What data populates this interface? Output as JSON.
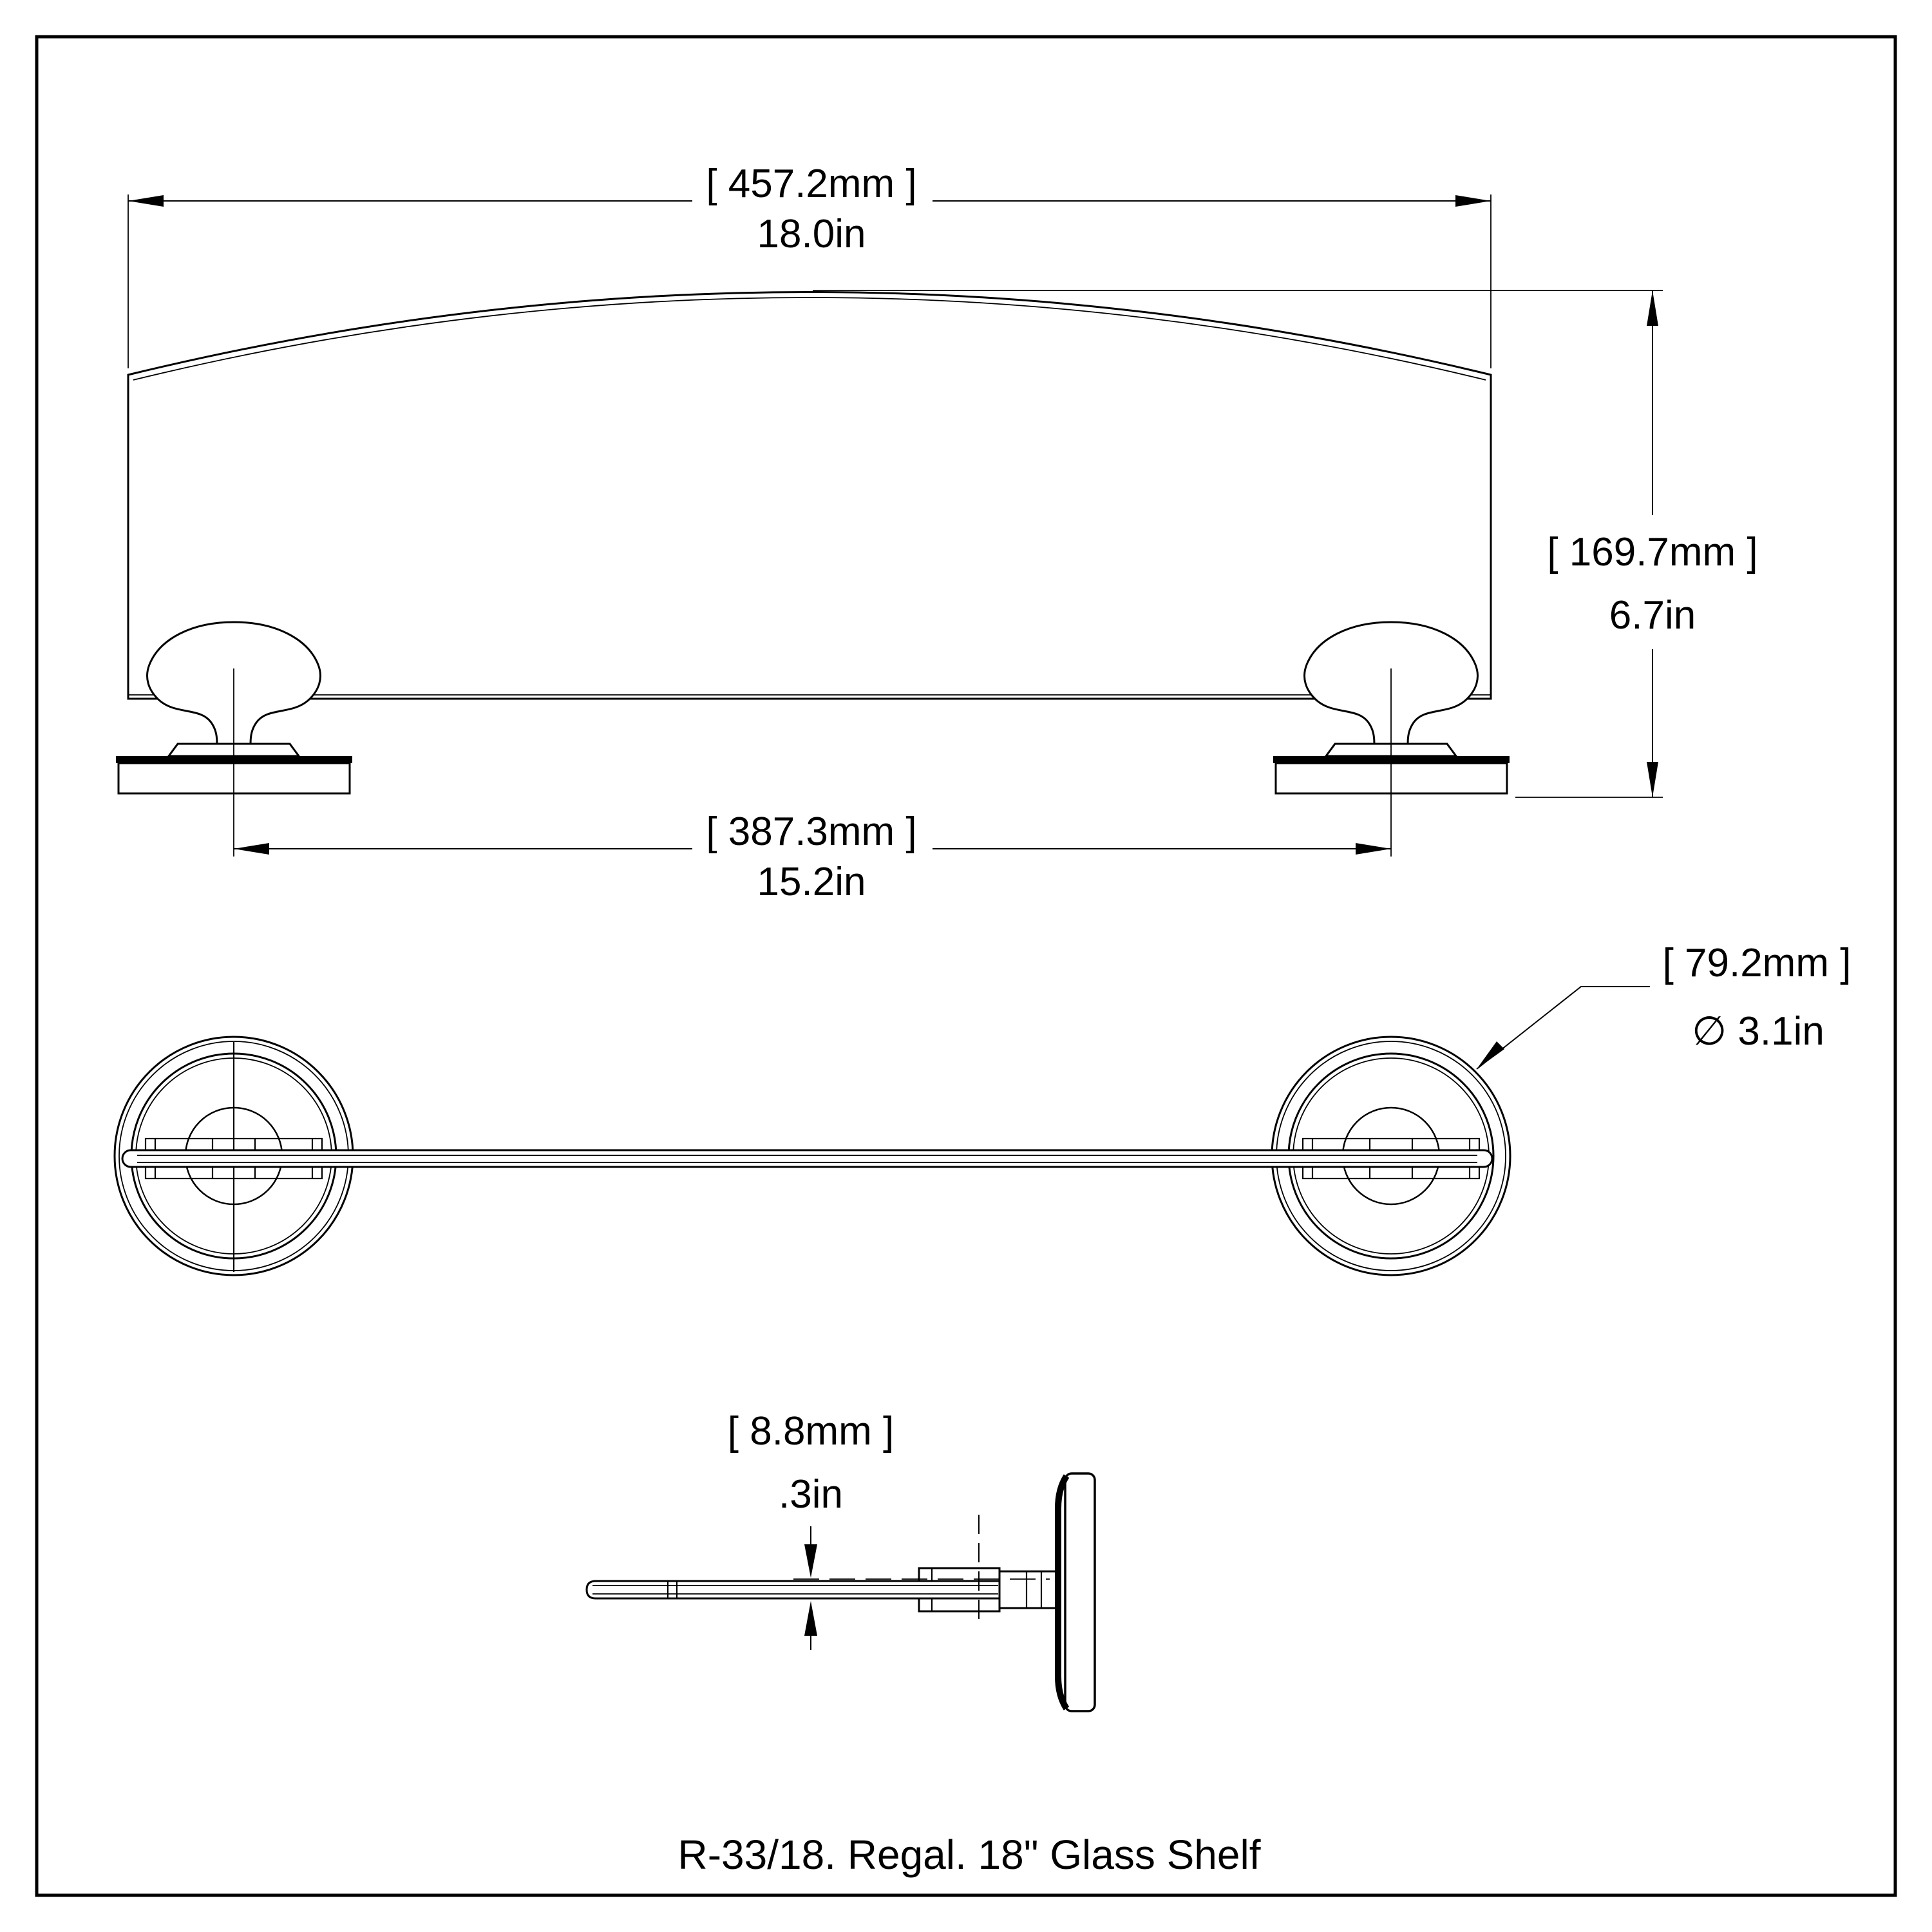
{
  "page": {
    "background": "#ffffff",
    "line_color": "#000000",
    "title": "R-33/18 Regal 18 inch Glass Shelf dimensional drawing"
  },
  "caption": "R-33/18. Regal. 18\" Glass Shelf",
  "dimensions": {
    "width": {
      "metric": "[ 457.2mm ]",
      "imperial": "18.0in"
    },
    "post_spacing": {
      "metric": "[ 387.3mm ]",
      "imperial": "15.2in"
    },
    "height": {
      "metric": "[ 169.7mm ]",
      "imperial": "6.7in"
    },
    "flange_diameter": {
      "metric": "[ 79.2mm ]",
      "imperial": "∅ 3.1in"
    },
    "glass_thickness": {
      "metric": "[ 8.8mm ]",
      "imperial": ".3in"
    }
  }
}
